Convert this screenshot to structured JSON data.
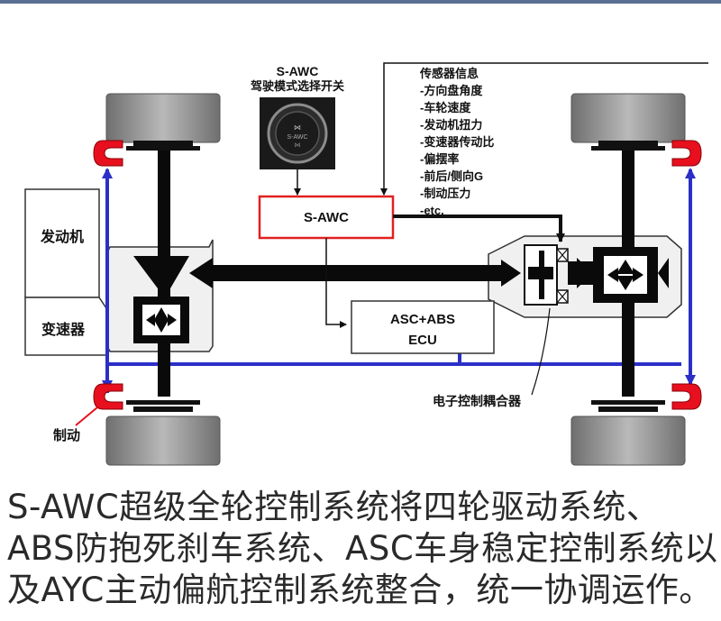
{
  "diagram": {
    "switch_title_line1": "S-AWC",
    "switch_title_line2": "驾驶模式选择开关",
    "sensor_title": "传感器信息",
    "sensor_items": [
      "-方向盘角度",
      "-车轮速度",
      "-发动机扭力",
      "-变速器传动比",
      "-偏摆率",
      "-前后/侧向G",
      "-制动压力",
      "-etc."
    ],
    "awc_box_label": "S-AWC",
    "ecu_line1": "ASC+ABS",
    "ecu_line2": "ECU",
    "engine_label": "发动机",
    "transmission_label": "变速器",
    "brake_label": "制动",
    "coupling_label": "电子控制耦合器",
    "colors": {
      "brake_red": "#e8101e",
      "bus_blue": "#2b2fc8",
      "box_red": "#e02020",
      "shaft": "#0a0a0a",
      "wheel_gray": "#9a9a9a",
      "housing_fill": "#f0f0f0"
    }
  },
  "caption": {
    "line1": "S-AWC超级全轮控制系统将四轮驱动系统、",
    "line2": "ABS防抱死刹车系统、ASC车身稳定控制系统以",
    "line3": "及AYC主动偏航控制系统整合，统一协调运作。"
  }
}
